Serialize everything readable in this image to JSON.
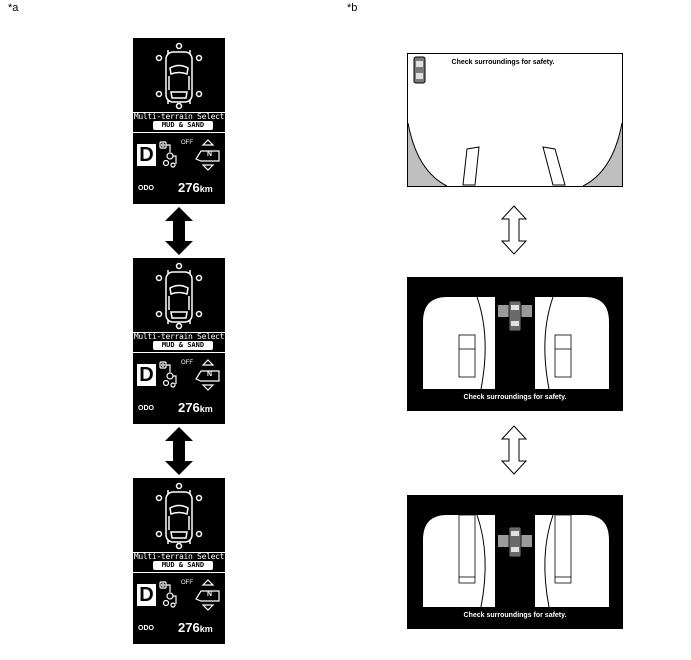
{
  "labels": {
    "left_panel": "*a",
    "right_panel": "*b"
  },
  "meter_display": {
    "mts_title": "Multi-terrain Select",
    "mts_mode": "MUD & SAND",
    "gear": "D",
    "transfer_status": "OFF",
    "neutral_indicator": "N",
    "odo_label": "ODO",
    "odo_value": "276",
    "odo_unit": "km"
  },
  "camera_screens": [
    {
      "message": "Check surroundings for safety."
    },
    {
      "message": "Check surroundings for safety."
    },
    {
      "message": "Check surroundings for safety."
    }
  ],
  "colors": {
    "background": "#ffffff",
    "display": "#000000",
    "ground": "#bfbfbf"
  }
}
